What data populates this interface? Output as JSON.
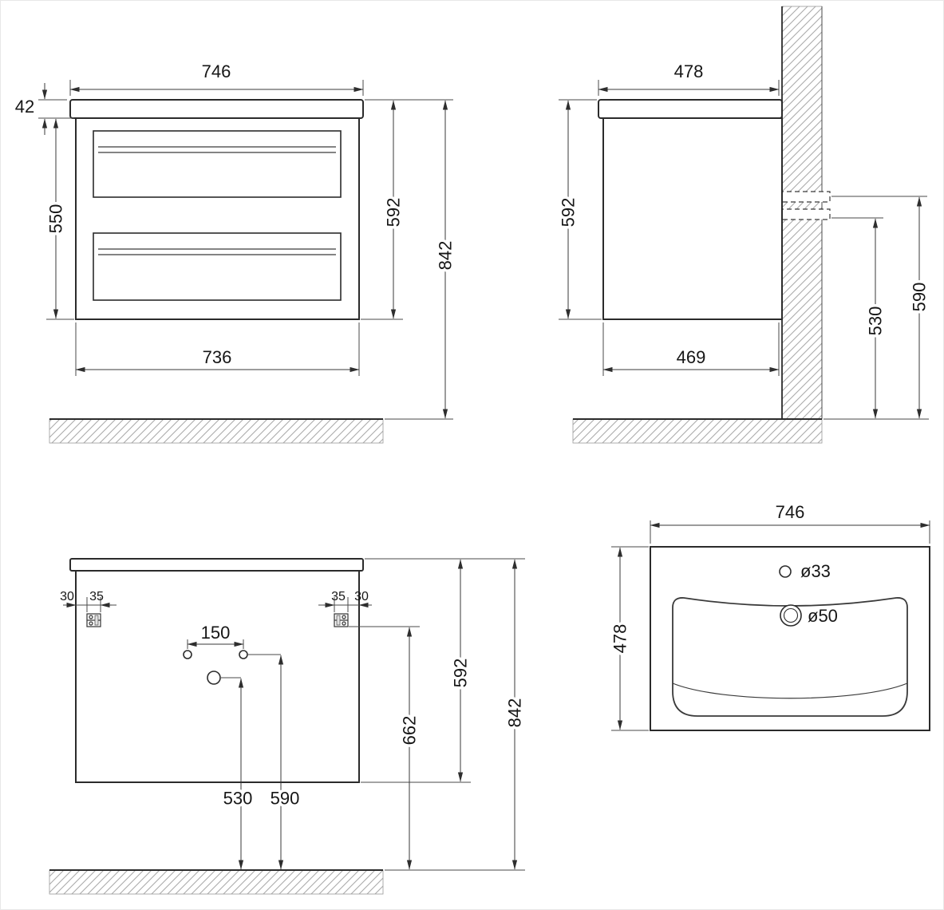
{
  "colors": {
    "line": "#2b2b2b",
    "dim_line": "#3a3a3a",
    "hatch": "#ababab",
    "background": "#ffffff"
  },
  "views": {
    "front": {
      "top_width": "746",
      "countertop_thickness": "42",
      "body_height": "550",
      "cabinet_height": "592",
      "mounting_height": "842",
      "body_width": "736"
    },
    "side": {
      "top_depth": "478",
      "cabinet_height": "592",
      "upper_rail_height": "590",
      "lower_rail_height": "530",
      "body_depth": "469"
    },
    "rear": {
      "left_edge_to_bracket": "30",
      "left_bracket_width": "35",
      "right_bracket_width": "35",
      "right_edge_to_bracket": "30",
      "supply_hole_spacing": "150",
      "cabinet_height": "592",
      "bracket_floor_height": "662",
      "mounting_height": "842",
      "drain_floor_height": "530",
      "supply_floor_height": "590"
    },
    "basin": {
      "width": "746",
      "depth": "478",
      "faucet_hole_diameter": "ø33",
      "drain_hole_diameter": "ø50"
    }
  }
}
